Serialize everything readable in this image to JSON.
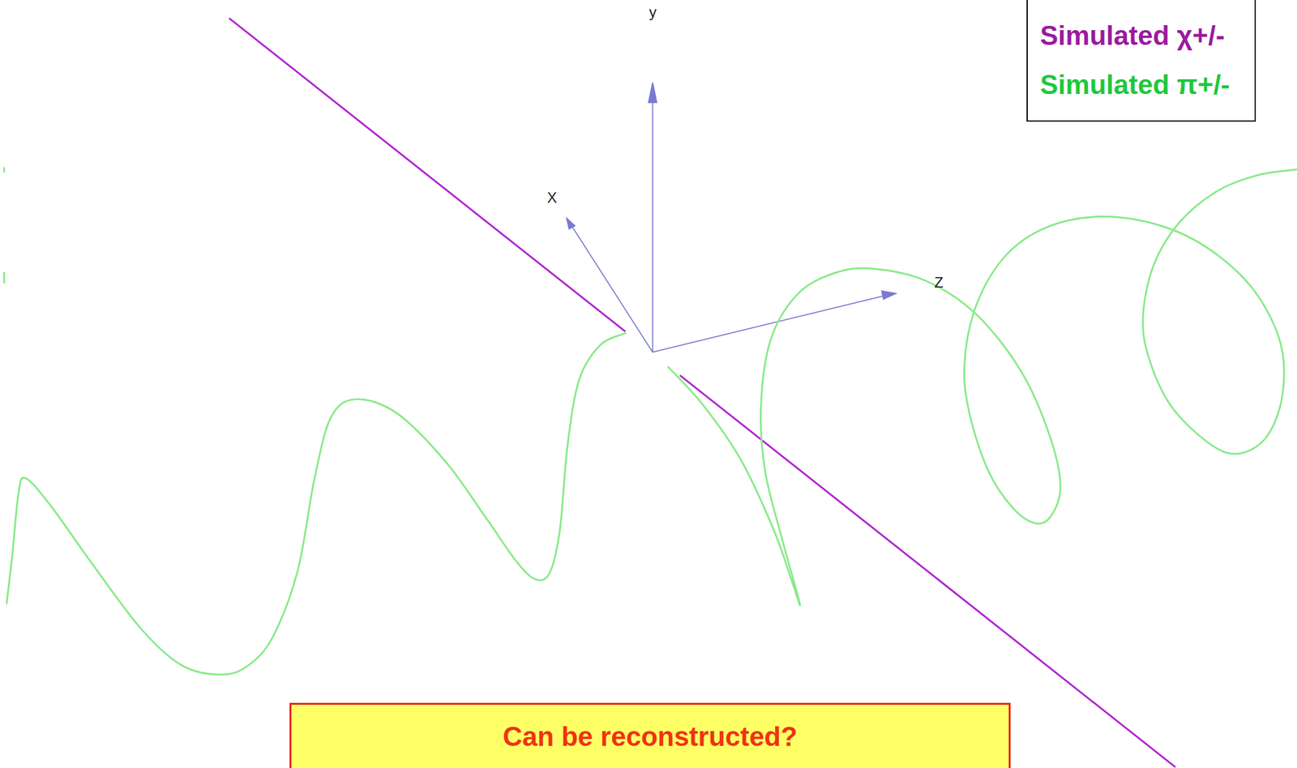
{
  "diagram": {
    "nodes": [
      {
        "text": [
          "Can be reconstructed?"
        ]
      }
    ],
    "labels": [
      "y",
      "X",
      "Z"
    ],
    "legend": [
      {
        "text": "Simulated χ+/-"
      },
      {
        "text": "Simulated π+/-"
      }
    ]
  }
}
